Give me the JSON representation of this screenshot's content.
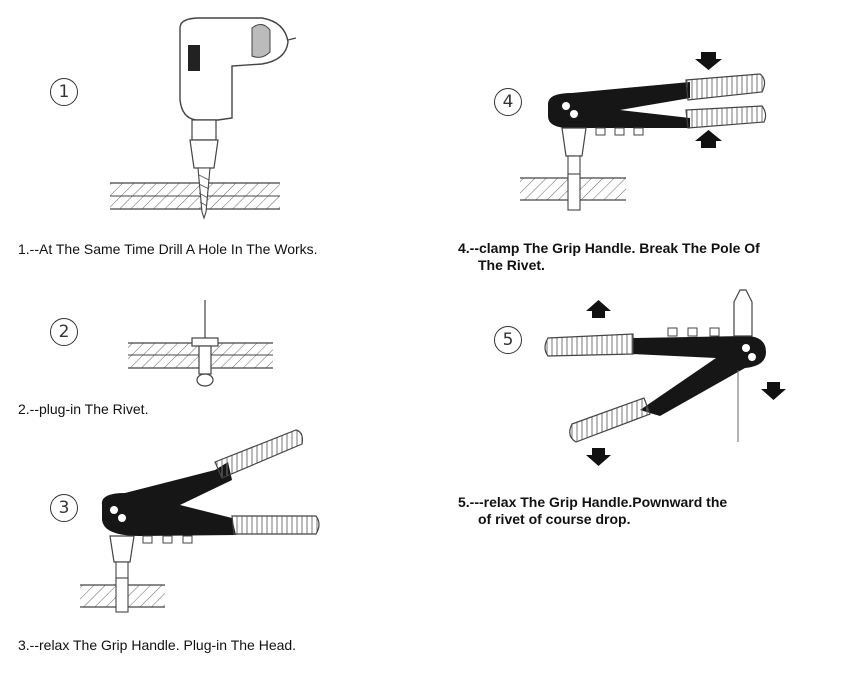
{
  "steps": [
    {
      "number": "1",
      "caption": "1.--At The Same Time Drill A Hole In The Works."
    },
    {
      "number": "2",
      "caption": "2.--plug-in The Rivet."
    },
    {
      "number": "3",
      "caption": "3.--relax The Grip Handle.   Plug-in The Head."
    },
    {
      "number": "4",
      "caption_line1": "4.--clamp The Grip Handle.   Break The Pole Of",
      "caption_line2": "The Rivet."
    },
    {
      "number": "5",
      "caption_line1": "5.---relax The Grip Handle.Pownward the",
      "caption_line2": "of rivet of course drop."
    }
  ]
}
